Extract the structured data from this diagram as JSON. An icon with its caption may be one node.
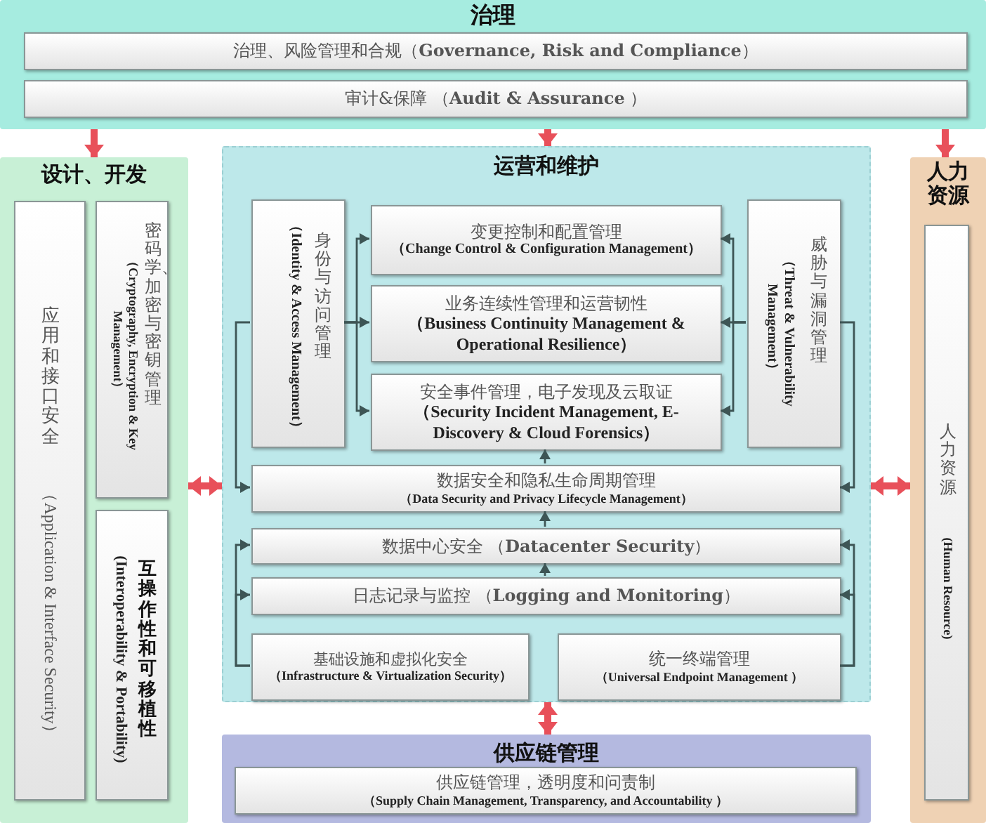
{
  "diagram": {
    "nodes": [
      {
        "text": [
          "治理"
        ]
      },
      {
        "text": [
          "治理、风险管理和合规（**Governance, Risk and Compliance**）"
        ],
        "in": 0
      },
      {
        "text": [
          "审计&保障 （**Audit & Assurance** ）"
        ],
        "in": 0
      },
      {
        "text": [
          "设计、开发"
        ]
      },
      {
        "text": [
          "应用和接口安全",
          "（Application & Interface Security）"
        ],
        "in": 3
      },
      {
        "text": [
          "密码学、加密与密钥管理",
          "（Cryptography, Encryption & Key Management）"
        ],
        "in": 3
      },
      {
        "text": [
          "互操作性和可移植性",
          "(Interoperability & Portability)"
        ],
        "in": 3
      },
      {
        "text": [
          "运营和维护"
        ]
      },
      {
        "text": [
          "身份与访问管理",
          "（Identity & Access Management）"
        ],
        "in": 7
      },
      {
        "text": [
          "变更控制和配置管理",
          "（Change Control & Configuration Management）"
        ],
        "in": 7
      },
      {
        "text": [
          "业务连续性管理和运营韧性",
          "（Business Continuity Management & Operational Resilience）"
        ],
        "in": 7
      },
      {
        "text": [
          "安全事件管理，电子发现及云取证",
          "（Security Incident Management, E-Discovery & Cloud Forensics）"
        ],
        "in": 7
      },
      {
        "text": [
          "威胁与漏洞管理",
          "（Threat & Vulnerability Management）"
        ],
        "in": 7
      },
      {
        "text": [
          "数据安全和隐私生命周期管理",
          "（Data Security and Privacy Lifecycle Management）"
        ],
        "in": 7
      },
      {
        "text": [
          "数据中心安全 （**Datacenter Security**）"
        ],
        "in": 7
      },
      {
        "text": [
          "日志记录与监控 （**Logging and Monitoring**）"
        ],
        "in": 7
      },
      {
        "text": [
          "基础设施和虚拟化安全",
          "（Infrastructure & Virtualization Security）"
        ],
        "in": 7
      },
      {
        "text": [
          "统一终端管理",
          "（Universal Endpoint Management ）"
        ],
        "in": 7
      },
      {
        "text": [
          "人力资源"
        ]
      },
      {
        "text": [
          "人力资源",
          "(Human Resource)"
        ],
        "in": 18
      },
      {
        "text": [
          "供应链管理"
        ]
      },
      {
        "text": [
          "供应链管理，透明度和问责制",
          "（Supply Chain Management, Transparency, and Accountability ）"
        ],
        "in": 20
      }
    ],
    "edges": [
      {
        "from": 0,
        "to": 3,
        "arrow": "to",
        "style": "thick",
        "color": "#e8505a"
      },
      {
        "from": 0,
        "to": 7,
        "arrow": "to",
        "style": "thick",
        "color": "#e8505a"
      },
      {
        "from": 0,
        "to": 18,
        "arrow": "to",
        "style": "thick",
        "color": "#e8505a"
      },
      {
        "from": 3,
        "to": 7,
        "arrow": "both",
        "style": "thick",
        "color": "#e8505a"
      },
      {
        "from": 7,
        "to": 18,
        "arrow": "both",
        "style": "thick",
        "color": "#e8505a"
      },
      {
        "from": 7,
        "to": 20,
        "arrow": "both",
        "style": "thick",
        "color": "#e8505a"
      },
      {
        "from": 8,
        "to": 9,
        "arrow": "to"
      },
      {
        "from": 8,
        "to": 10,
        "arrow": "to"
      },
      {
        "from": 8,
        "to": 11,
        "arrow": "to"
      },
      {
        "from": 12,
        "to": 9,
        "arrow": "to"
      },
      {
        "from": 12,
        "to": 10,
        "arrow": "to"
      },
      {
        "from": 12,
        "to": 11,
        "arrow": "to"
      },
      {
        "from": 8,
        "to": 13,
        "arrow": "to"
      },
      {
        "from": 12,
        "to": 13,
        "arrow": "to"
      },
      {
        "from": 13,
        "to": 11,
        "arrow": "to"
      },
      {
        "from": 14,
        "to": 13,
        "arrow": "to"
      },
      {
        "from": 15,
        "to": 14,
        "arrow": "to"
      },
      {
        "from": 16,
        "to": 14,
        "arrow": "to"
      },
      {
        "from": 16,
        "to": 15,
        "arrow": "to"
      },
      {
        "from": 17,
        "to": 14,
        "arrow": "to"
      },
      {
        "from": 17,
        "to": 15,
        "arrow": "to"
      }
    ]
  }
}
